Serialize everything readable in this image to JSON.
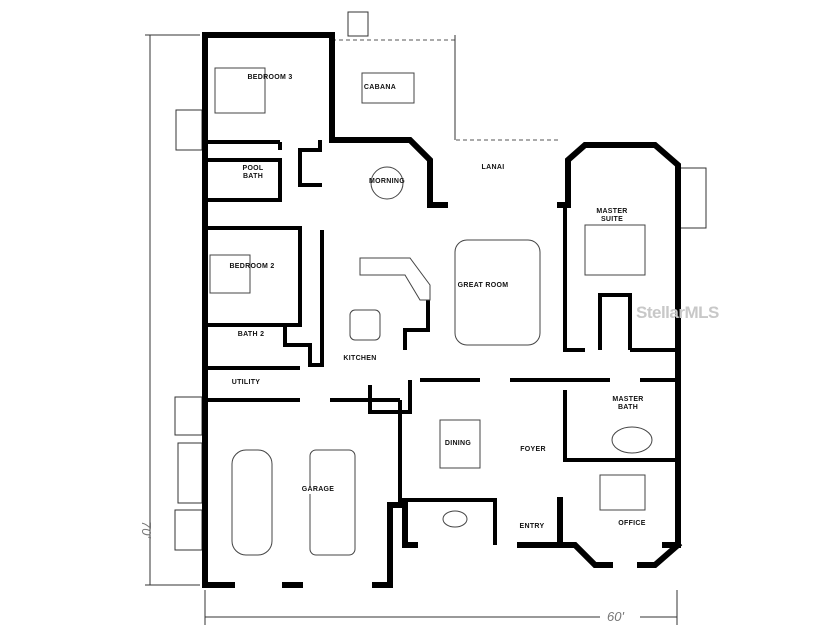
{
  "plan": {
    "rooms": {
      "bedroom3": "BEDROOM 3",
      "cabana": "CABANA",
      "pool_bath": "POOL BATH",
      "morning": "MORNING",
      "lanai": "LANAI",
      "master_suite": "MASTER SUITE",
      "bedroom2": "BEDROOM 2",
      "great_room": "GREAT ROOM",
      "bath2": "BATH 2",
      "kitchen": "KITCHEN",
      "utility": "UTILITY",
      "master_bath": "MASTER BATH",
      "dining": "DINING",
      "foyer": "FOYER",
      "garage": "GARAGE",
      "entry": "ENTRY",
      "office": "OFFICE"
    },
    "dimensions": {
      "depth": "70'",
      "width": "60'"
    },
    "watermark": "StellarMLS",
    "colors": {
      "wall": "#000000",
      "background": "#ffffff"
    }
  }
}
